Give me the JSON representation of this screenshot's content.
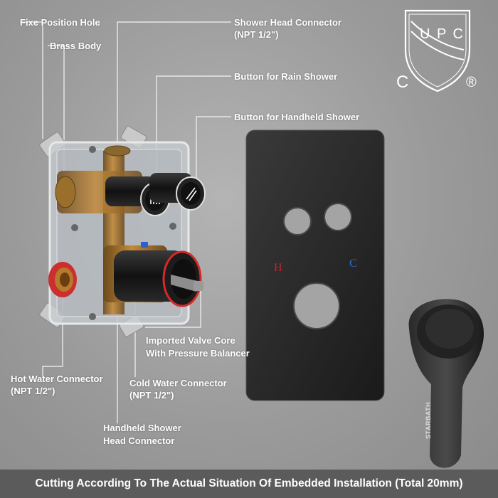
{
  "callouts": {
    "fixed_position_hole": "Fixe Position Hole",
    "brass_body": "Brass Body",
    "shower_head_connector": "Shower Head Connector",
    "shower_head_connector_spec": "(NPT 1/2\")",
    "button_rain_shower": "Button for Rain Shower",
    "button_handheld_shower": "Button for Handheld Shower",
    "valve_core_line1": "Imported Valve Core",
    "valve_core_line2": "With Pressure Balancer",
    "hot_water_connector": "Hot Water Connector",
    "hot_water_connector_spec": "(NPT 1/2\")",
    "cold_water_connector": "Cold Water Connector",
    "cold_water_connector_spec": "(NPT 1/2\")",
    "handheld_head_connector_line1": "Handheld Shower",
    "handheld_head_connector_line2": "Head Connector"
  },
  "certification": {
    "letters": "U P C",
    "c_mark": "C",
    "registered_mark": "®"
  },
  "plate_marks": {
    "hot": "H",
    "cold": "C",
    "hot_color": "#c8202a",
    "cold_color": "#2f6fd6"
  },
  "brand": "STARBATH",
  "footer_text": "Cutting According To The Actual Situation Of Embedded Installation (Total 20mm)"
}
